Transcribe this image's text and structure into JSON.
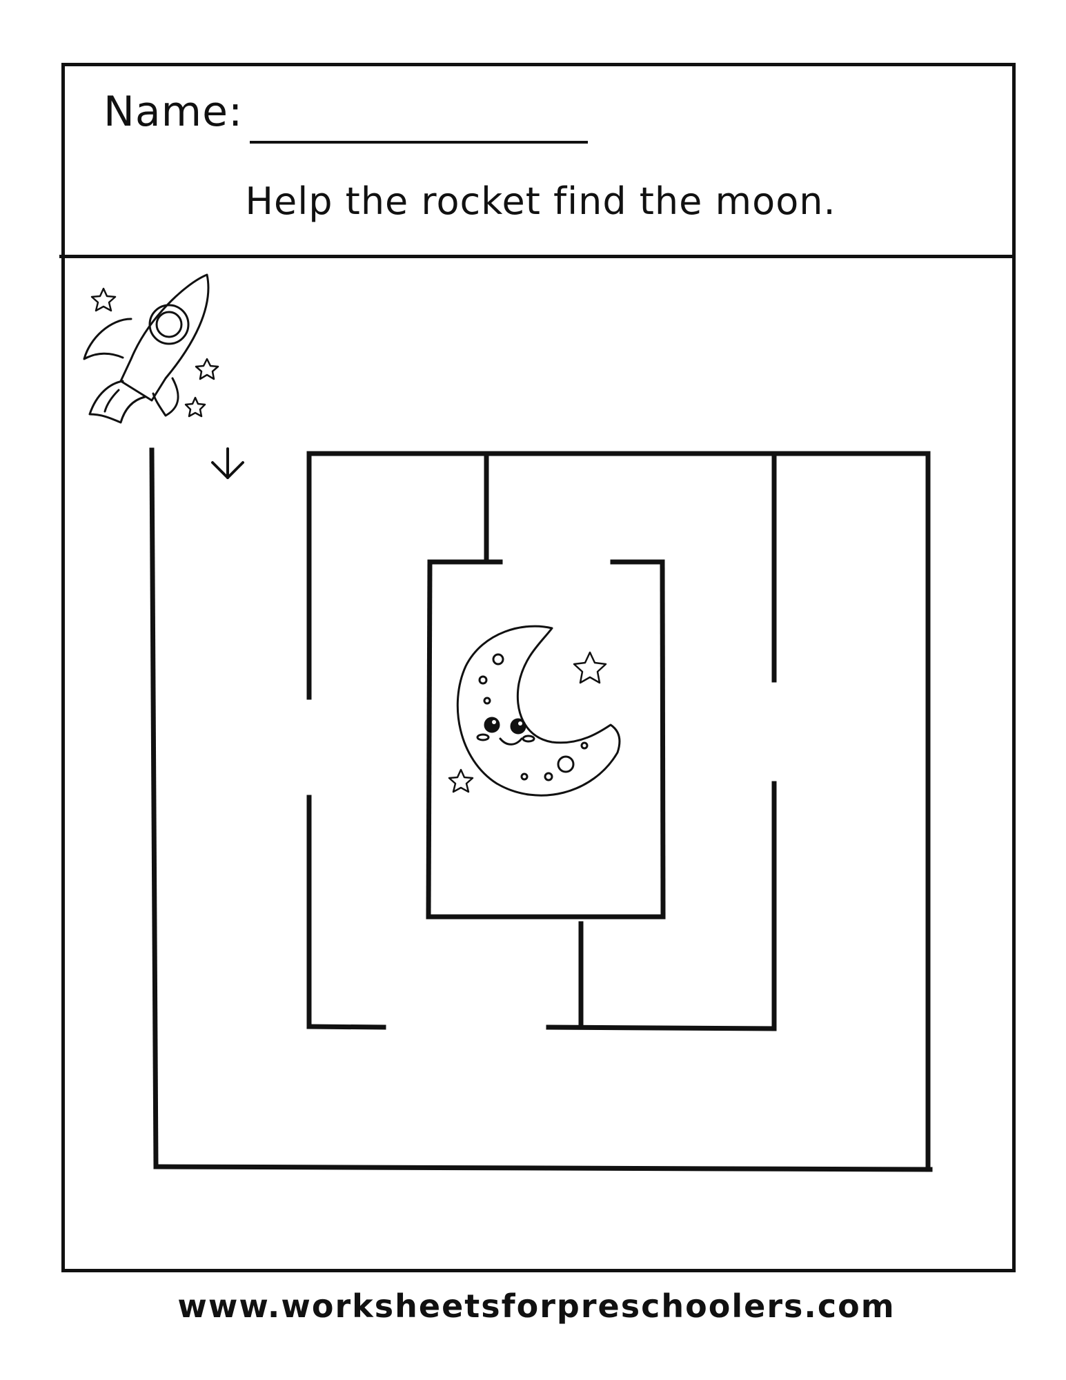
{
  "worksheet": {
    "name_label": "Name:",
    "instruction": "Help the rocket find the moon.",
    "footer_url": "www.worksheetsforpreschoolers.com"
  },
  "icons": {
    "start": "rocket-icon",
    "goal": "moon-icon",
    "direction": "down-arrow-icon",
    "decoration": "star-icon"
  }
}
